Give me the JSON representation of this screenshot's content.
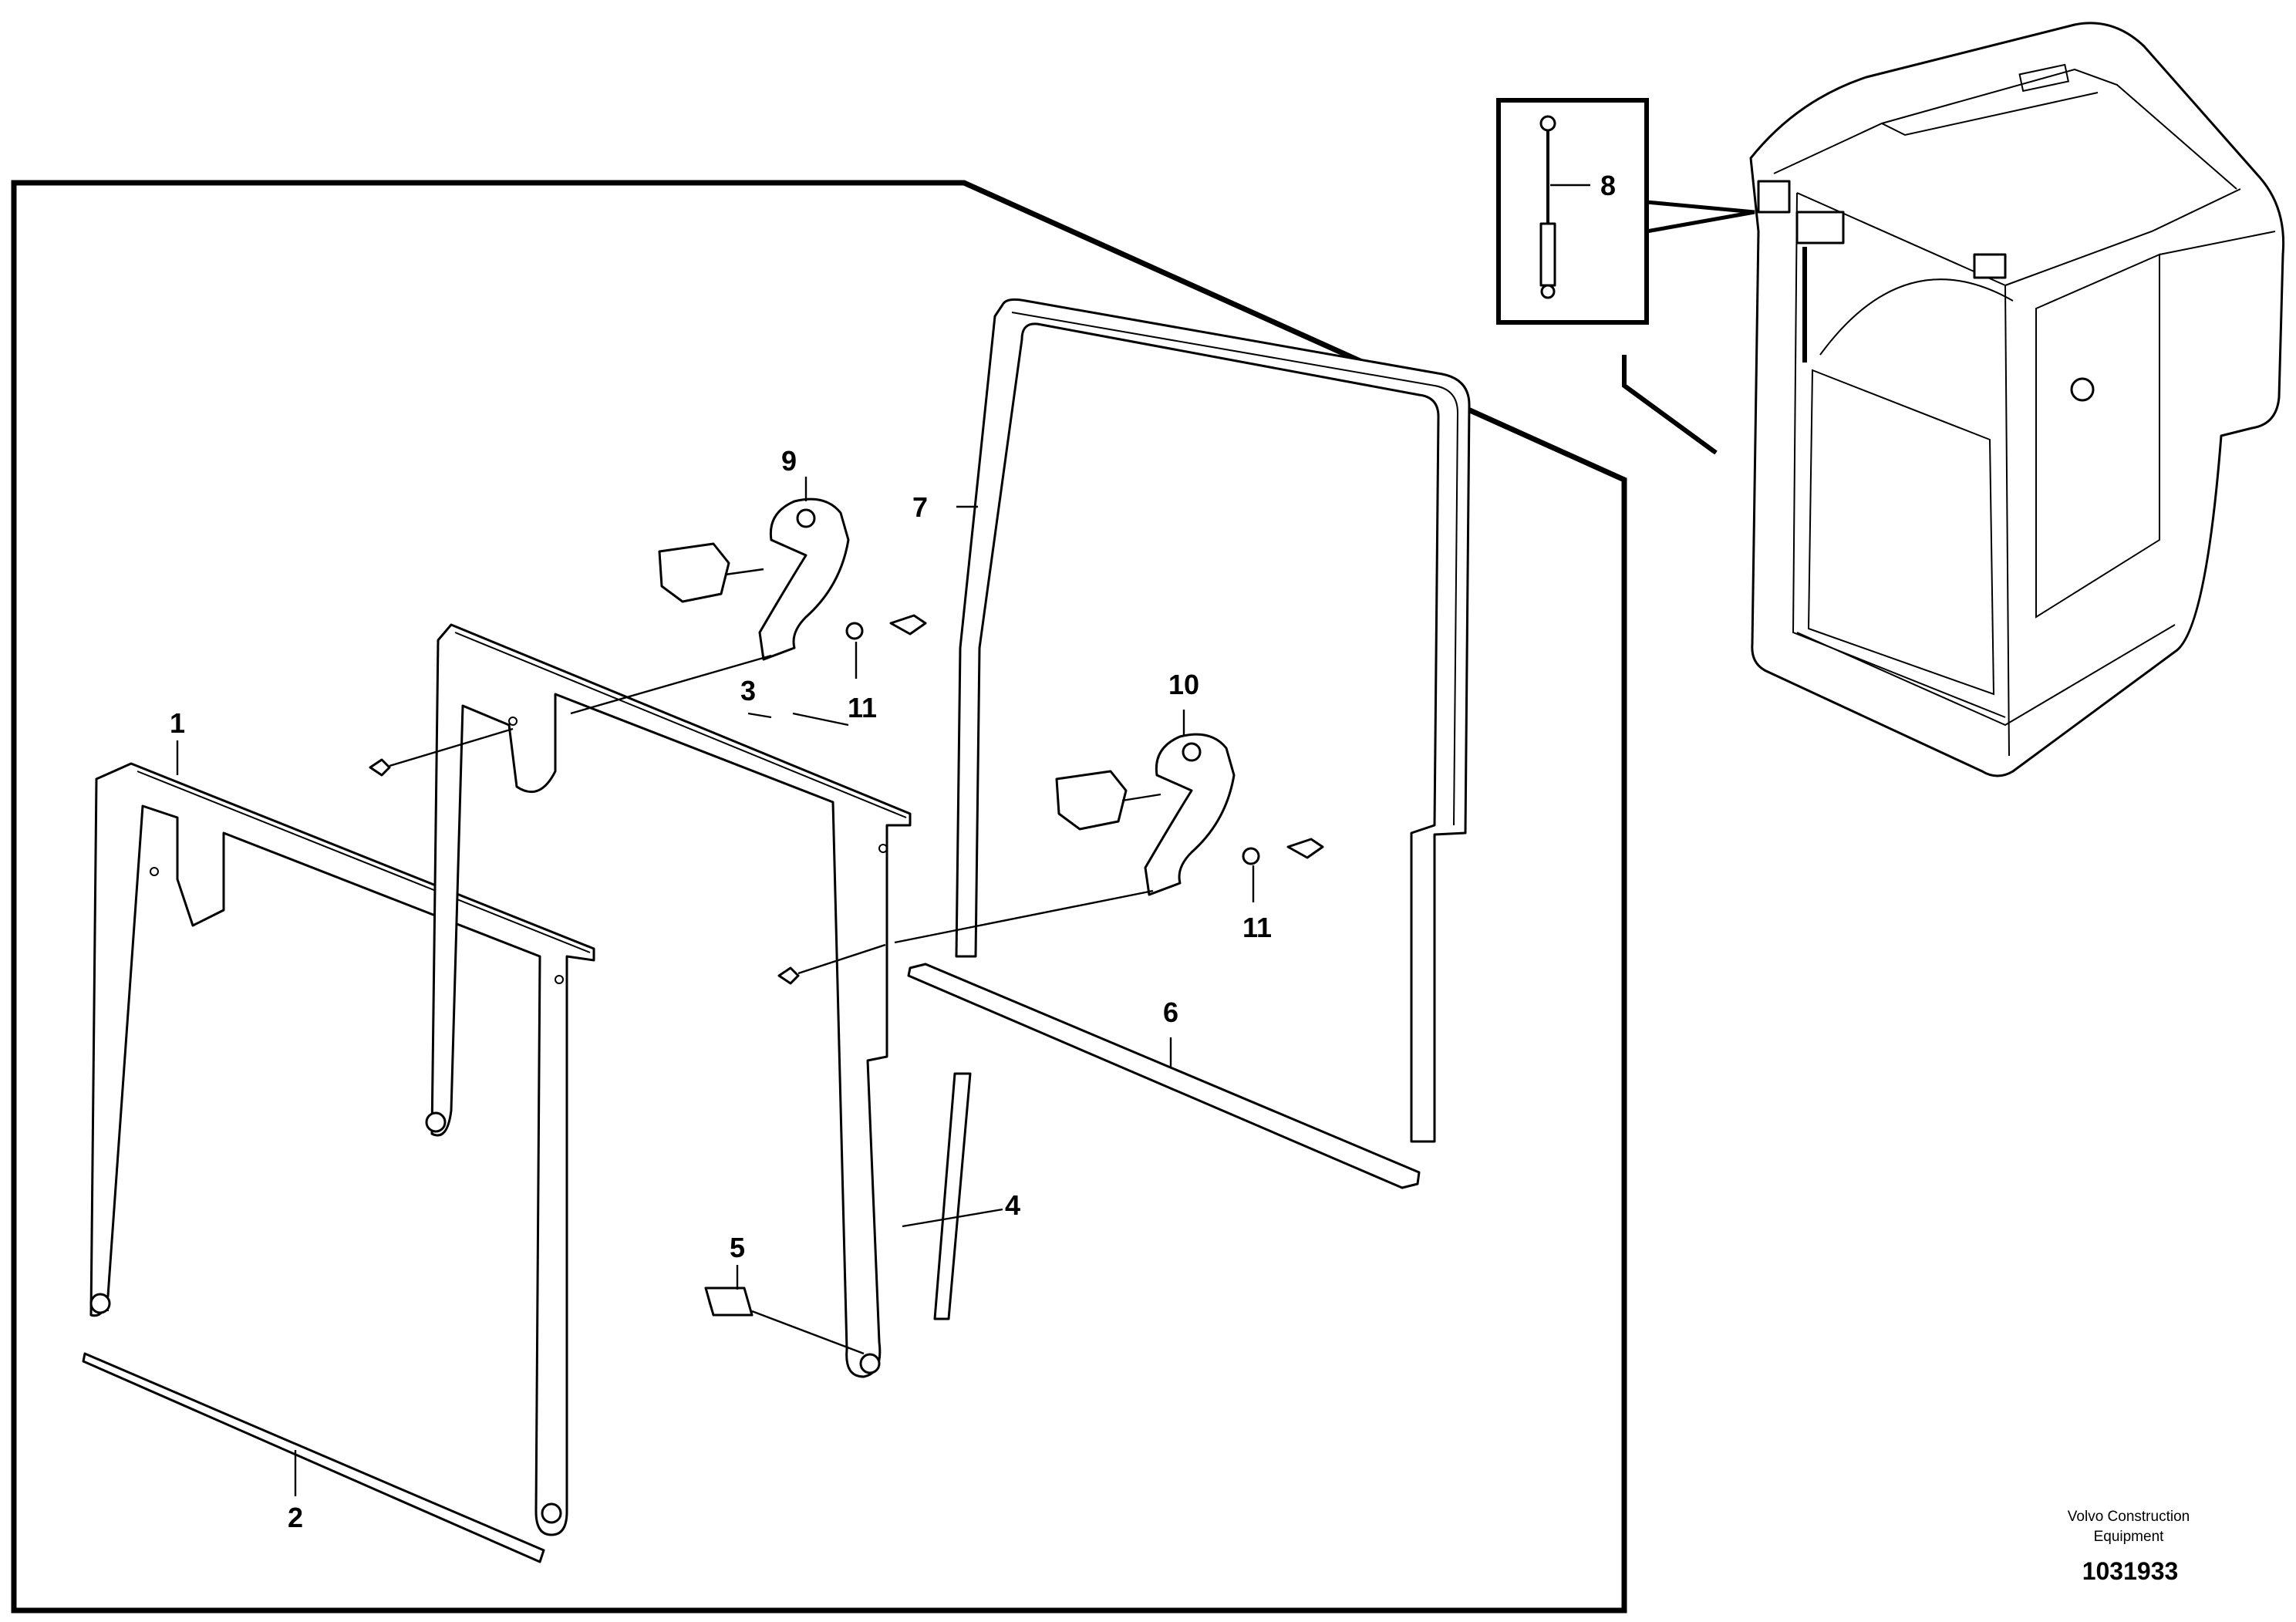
{
  "callouts": {
    "c1": "1",
    "c2": "2",
    "c3": "3",
    "c4": "4",
    "c5": "5",
    "c6": "6",
    "c7": "7",
    "c8": "8",
    "c9": "9",
    "c10": "10",
    "c11a": "11",
    "c11b": "11"
  },
  "credit": {
    "line1": "Volvo Construction",
    "line2": "Equipment"
  },
  "drawing_number": "1031933"
}
